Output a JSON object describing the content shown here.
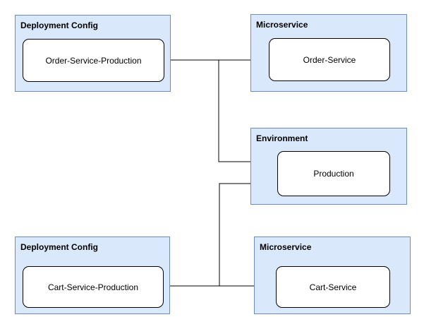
{
  "diagram": {
    "colors": {
      "background": "#ffffff",
      "container_fill": "#dae8fc",
      "container_stroke": "#6c8ebf",
      "node_fill": "#ffffff",
      "node_stroke": "#000000",
      "edge_color": "#000000",
      "text_color": "#000000"
    },
    "containers": [
      {
        "label": "Deployment Config",
        "node": "Order-Service-Production"
      },
      {
        "label": "Microservice",
        "node": "Order-Service"
      },
      {
        "label": "Environment",
        "node": "Production"
      },
      {
        "label": "Deployment Config",
        "node": "Cart-Service-Production"
      },
      {
        "label": "Microservice",
        "node": "Cart-Service"
      }
    ],
    "edges": [
      {
        "from": "Order-Service-Production",
        "to": "Order-Service"
      },
      {
        "from": "Order-Service-Production",
        "to": "Production"
      },
      {
        "from": "Cart-Service-Production",
        "to": "Cart-Service"
      },
      {
        "from": "Cart-Service-Production",
        "to": "Production"
      }
    ]
  }
}
